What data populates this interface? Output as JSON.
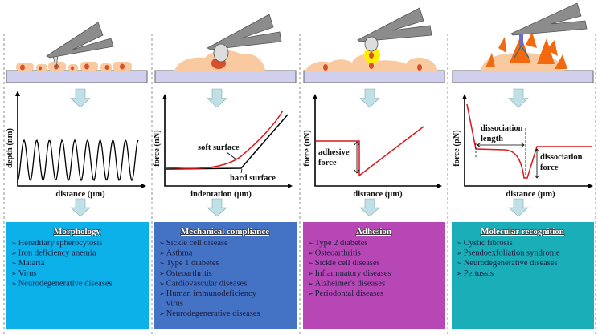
{
  "colors": {
    "morphology": "#0cb1ea",
    "mechanical": "#4472c4",
    "adhesion": "#b647b4",
    "molecular": "#1aaeb8",
    "curve": "#e0141a",
    "arrow": "#bfe0e6",
    "cantilever": "#8c8c8c",
    "cell": "#f9c9a0",
    "nucleus": "#d6502a",
    "substrate": "#d0d0ee"
  },
  "panels": [
    {
      "ylabel": "depth (nm)",
      "xlabel": "distance (µm)",
      "title": "Morphology",
      "items": [
        "Hereditary spherocytosis",
        "Iron deficiency anemia",
        "Malaria",
        "Virus",
        "Neurodegenerative diseases"
      ]
    },
    {
      "ylabel": "force (nN)",
      "xlabel": "indentation (µm)",
      "annotations": [
        "soft surface",
        "hard surface"
      ],
      "title": "Mechanical compliance",
      "items": [
        "Sickle cell disease",
        "Asthma",
        "Type 1 diabetes",
        "Osteoarthritis",
        "Cardiovascular  diseases",
        "Human immunodeficiency",
        "virus",
        "Neurodegenerative diseases"
      ]
    },
    {
      "ylabel": "force (nN)",
      "xlabel": "distance (µm)",
      "annotations": [
        "adhesive",
        "force"
      ],
      "title": "Adhesion",
      "items": [
        "Type 2 diabetes",
        "Osteoarthritis",
        "Sickle cell diseases",
        "Inflammatory diseases",
        "Alzheimer's diseases",
        "Periodontal  diseases"
      ]
    },
    {
      "ylabel": "force (pN)",
      "xlabel": "distance (µm)",
      "annotations": [
        "dissociation",
        "length",
        "dissociation",
        "force"
      ],
      "title": "Molecular recognition",
      "items": [
        "Cystic fibrosis",
        "Pseudoexfoliation syndrome",
        "Neurodegenerative diseases",
        "Pertussis"
      ]
    }
  ]
}
